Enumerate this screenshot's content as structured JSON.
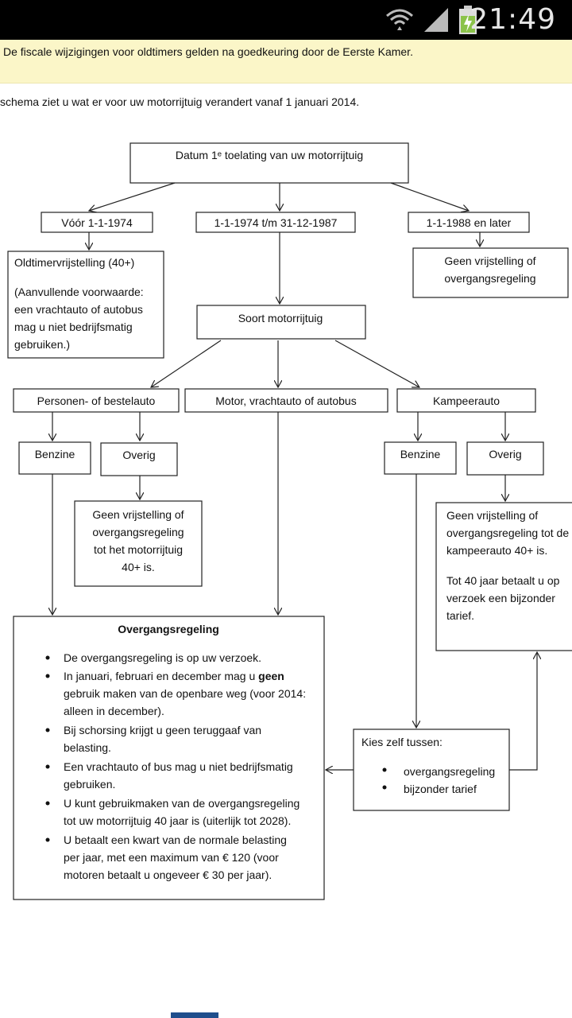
{
  "status_bar": {
    "time": "21:49"
  },
  "notice": {
    "text": "De fiscale wijzigingen voor oldtimers gelden na goedkeuring door de Eerste Kamer."
  },
  "intro": "schema ziet u wat er voor uw motorrijtuig verandert vanaf 1 januari 2014.",
  "diagram": {
    "root": "Datum 1ᵉ toelating van uw motorrijtuig",
    "branch_before": "Vóór 1-1-1974",
    "branch_middle": "1-1-1974 t/m 31-12-1987",
    "branch_after": "1-1-1988 en later",
    "oldtimer": {
      "line1": "Oldtimervrijstelling (40+)",
      "line2": "(Aanvullende voorwaarde:",
      "line3": "een vrachtauto of autobus",
      "line4": "mag u niet bedrijfsmatig",
      "line5": "gebruiken.)"
    },
    "after_result": {
      "line1": "Geen vrijstelling of",
      "line2": "overgangsregeling"
    },
    "type": "Soort motorrijtuig",
    "personen": "Personen- of bestelauto",
    "motor": "Motor, vrachtauto of autobus",
    "kampeer": "Kampeerauto",
    "benzine_left": "Benzine",
    "overig_left": "Overig",
    "benzine_right": "Benzine",
    "overig_right": "Overig",
    "overig_left_result": {
      "line1": "Geen vrijstelling of",
      "line2": "overgangsregeling",
      "line3": "tot het motorrijtuig",
      "line4": "40+ is."
    },
    "overig_right_result": {
      "line1": "Geen vrijstelling of",
      "line2": "overgangsregeling tot de",
      "line3": "kampeerauto 40+ is.",
      "line4": "Tot 40 jaar betaalt u op",
      "line5": "verzoek een bijzonder",
      "line6": "tarief."
    },
    "overgang": {
      "title": "Overgangsregeling",
      "b1_l1": "De overgangsregeling is op uw verzoek.",
      "b2_l1a": "In januari, februari en december mag u ",
      "b2_l1b": "geen",
      "b2_l2": "gebruik maken van de openbare weg (voor 2014:",
      "b2_l3": "alleen in december).",
      "b3_l1": "Bij schorsing krijgt u geen teruggaaf van",
      "b3_l2": "belasting.",
      "b4_l1": "Een vrachtauto of bus mag u niet bedrijfsmatig",
      "b4_l2": "gebruiken.",
      "b5_l1": "U kunt gebruikmaken van de overgangsregeling",
      "b5_l2": "tot uw motorrijtuig 40 jaar is (uiterlijk tot 2028).",
      "b6_l1": "U betaalt een kwart van de normale belasting",
      "b6_l2": "per jaar, met een maximum van € 120 (voor",
      "b6_l3": "motoren betaalt u ongeveer € 30 per jaar)."
    },
    "kies": {
      "title": "Kies zelf tussen:",
      "opt1": "overgangsregeling",
      "opt2": "bijzonder tarief"
    }
  }
}
